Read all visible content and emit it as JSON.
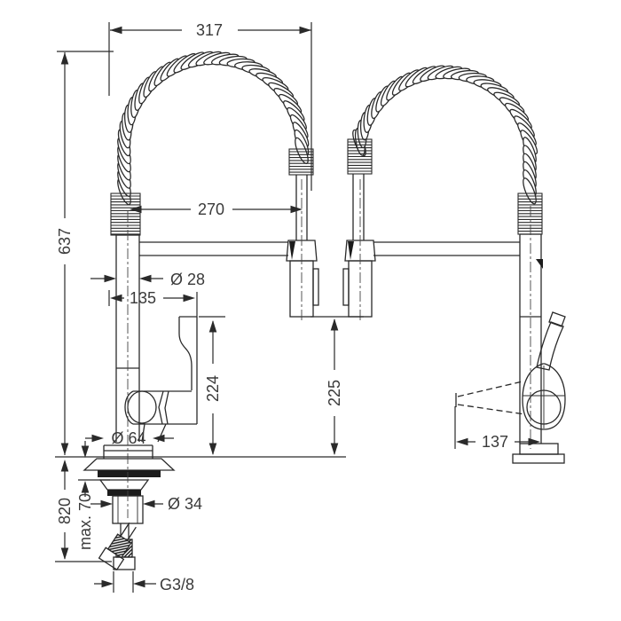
{
  "dimensions": {
    "overall_depth": "317",
    "spout_height": "637",
    "spray_projection": "270",
    "column_diameter": "Ø 28",
    "body_depth": "135",
    "spout_to_counter": "224",
    "spray_to_counter": "225",
    "base_diameter": "Ø 64",
    "hose_length": "820",
    "max_counter_thickness": "max. 70",
    "shank_diameter": "Ø 34",
    "connection_thread": "G3/8",
    "handle_projection": "137"
  },
  "colors": {
    "line": "#2a2a2a",
    "text": "#3a3a3a",
    "background": "#ffffff"
  }
}
